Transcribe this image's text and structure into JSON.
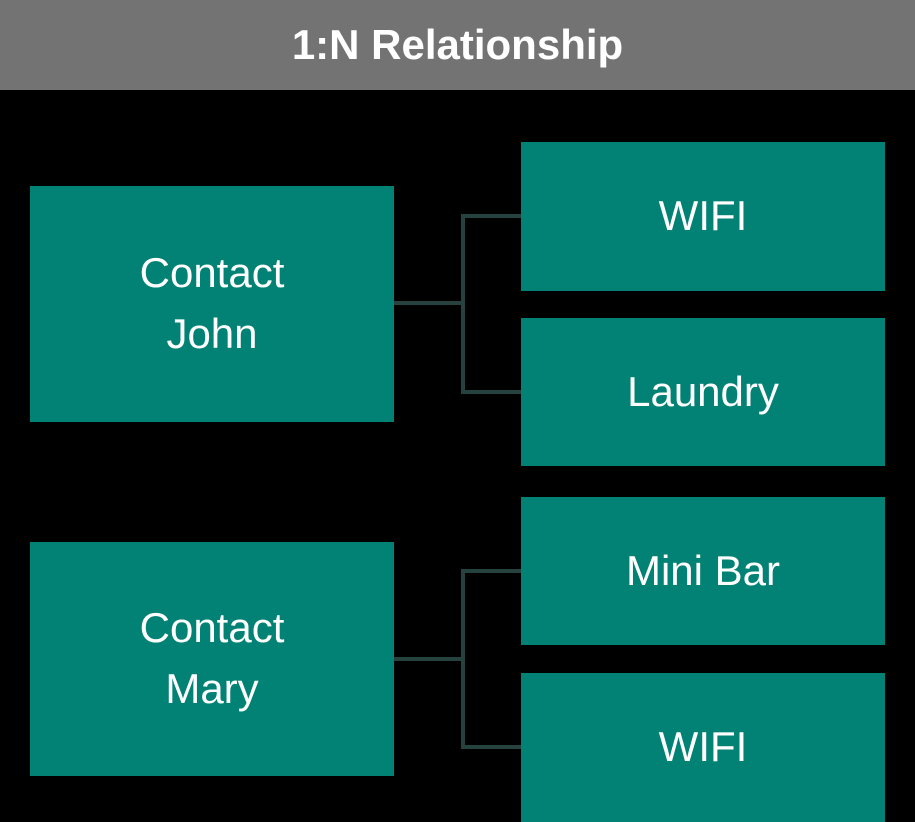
{
  "title": "1:N Relationship",
  "colors": {
    "canvas_bg": "#000000",
    "header_bg": "#737373",
    "box_bg": "#028274",
    "connector": "#26423e",
    "title_color": "#ffffff",
    "label_color": "#ffffff"
  },
  "diagram": {
    "groups": [
      {
        "parent": {
          "lines": [
            "Contact",
            "John"
          ]
        },
        "children": [
          {
            "label": "WIFI"
          },
          {
            "label": "Laundry"
          }
        ]
      },
      {
        "parent": {
          "lines": [
            "Contact",
            "Mary"
          ]
        },
        "children": [
          {
            "label": "Mini Bar"
          },
          {
            "label": "WIFI"
          }
        ]
      }
    ]
  }
}
